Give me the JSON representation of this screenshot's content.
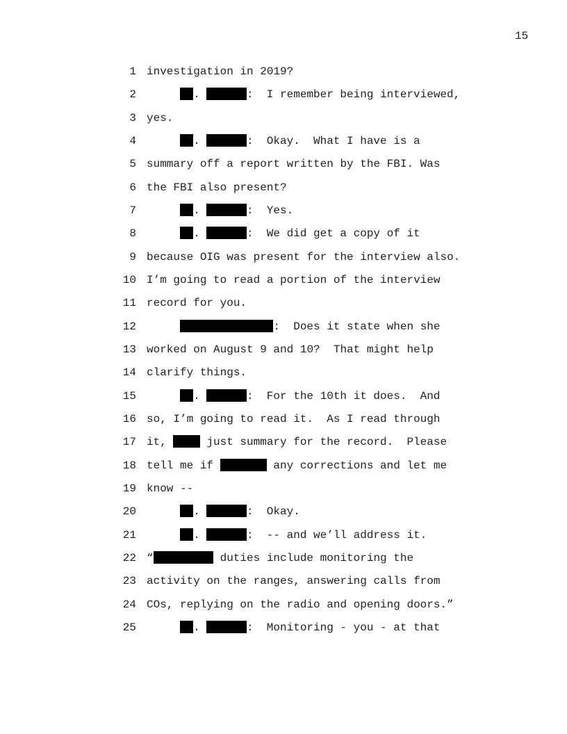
{
  "page_number": "15",
  "lines": [
    {
      "n": "1",
      "parts": [
        {
          "t": "investigation in 2019?"
        }
      ]
    },
    {
      "n": "2",
      "parts": [
        {
          "t": "     "
        },
        {
          "r": 2
        },
        {
          "t": ". "
        },
        {
          "r": 6
        },
        {
          "t": ":  I remember being interviewed,"
        }
      ]
    },
    {
      "n": "3",
      "parts": [
        {
          "t": "yes."
        }
      ]
    },
    {
      "n": "4",
      "parts": [
        {
          "t": "     "
        },
        {
          "r": 2
        },
        {
          "t": ". "
        },
        {
          "r": 6
        },
        {
          "t": ":  Okay.  What I have is a"
        }
      ]
    },
    {
      "n": "5",
      "parts": [
        {
          "t": "summary off a report written by the FBI. Was"
        }
      ]
    },
    {
      "n": "6",
      "parts": [
        {
          "t": "the FBI also present?"
        }
      ]
    },
    {
      "n": "7",
      "parts": [
        {
          "t": "     "
        },
        {
          "r": 2
        },
        {
          "t": ". "
        },
        {
          "r": 6
        },
        {
          "t": ":  Yes."
        }
      ]
    },
    {
      "n": "8",
      "parts": [
        {
          "t": "     "
        },
        {
          "r": 2
        },
        {
          "t": ". "
        },
        {
          "r": 6
        },
        {
          "t": ":  We did get a copy of it"
        }
      ]
    },
    {
      "n": "9",
      "parts": [
        {
          "t": "because OIG was present for the interview also."
        }
      ]
    },
    {
      "n": "10",
      "parts": [
        {
          "t": "I’m going to read a portion of the interview"
        }
      ]
    },
    {
      "n": "11",
      "parts": [
        {
          "t": "record for you."
        }
      ]
    },
    {
      "n": "12",
      "parts": [
        {
          "t": "     "
        },
        {
          "r": 14
        },
        {
          "t": ":  Does it state when she"
        }
      ]
    },
    {
      "n": "13",
      "parts": [
        {
          "t": "worked on August 9 and 10?  That might help"
        }
      ]
    },
    {
      "n": "14",
      "parts": [
        {
          "t": "clarify things."
        }
      ]
    },
    {
      "n": "15",
      "parts": [
        {
          "t": "     "
        },
        {
          "r": 2
        },
        {
          "t": ". "
        },
        {
          "r": 6
        },
        {
          "t": ":  For the 10th it does.  And"
        }
      ]
    },
    {
      "n": "16",
      "parts": [
        {
          "t": "so, I’m going to read it.  As I read through"
        }
      ]
    },
    {
      "n": "17",
      "parts": [
        {
          "t": "it, "
        },
        {
          "r": 4
        },
        {
          "t": " just summary for the record.  Please"
        }
      ]
    },
    {
      "n": "18",
      "parts": [
        {
          "t": "tell me if "
        },
        {
          "r": 7
        },
        {
          "t": " any corrections and let me"
        }
      ]
    },
    {
      "n": "19",
      "parts": [
        {
          "t": "know --"
        }
      ]
    },
    {
      "n": "20",
      "parts": [
        {
          "t": "     "
        },
        {
          "r": 2
        },
        {
          "t": ". "
        },
        {
          "r": 6
        },
        {
          "t": ":  Okay."
        }
      ]
    },
    {
      "n": "21",
      "parts": [
        {
          "t": "     "
        },
        {
          "r": 2
        },
        {
          "t": ". "
        },
        {
          "r": 6
        },
        {
          "t": ":  -- and we’ll address it."
        }
      ]
    },
    {
      "n": "22",
      "parts": [
        {
          "t": "“"
        },
        {
          "r": 9
        },
        {
          "t": " duties include monitoring the"
        }
      ]
    },
    {
      "n": "23",
      "parts": [
        {
          "t": "activity on the ranges, answering calls from"
        }
      ]
    },
    {
      "n": "24",
      "parts": [
        {
          "t": "COs, replying on the radio and opening doors.”"
        }
      ]
    },
    {
      "n": "25",
      "parts": [
        {
          "t": "     "
        },
        {
          "r": 2
        },
        {
          "t": ". "
        },
        {
          "r": 6
        },
        {
          "t": ":  Monitoring - you - at that"
        }
      ]
    }
  ]
}
